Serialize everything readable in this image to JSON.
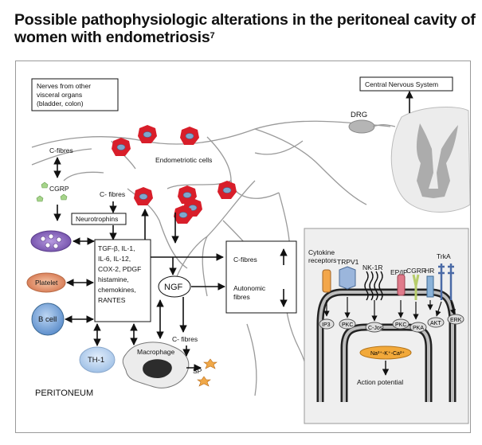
{
  "title": {
    "text": "Possible pathophysiologic alterations in the peritoneal cavity of women with endometriosis",
    "superscript": "7"
  },
  "diagram": {
    "nerves_box": [
      "Nerves from other",
      "visceral organs",
      "(bladder, colon)"
    ],
    "cns_box": "Central Nervous System",
    "drg": "DRG",
    "c_fibres_top": "C-fibres",
    "cgrp": "CGRP",
    "endometriotic_cells": "Endometriotic cells",
    "c_fibres_mid": "C- fibres",
    "neurotrophins": "Neurotrophins",
    "cytokines": [
      "TGF-β, IL-1,",
      "IL-6, IL-12,",
      "COX-2, PDGF",
      "histamine,",
      "chemokines,",
      "RANTES"
    ],
    "platelet": "Platelet",
    "b_cell": "B cell",
    "th1": "TH-1",
    "macrophage": "Macrophage",
    "ngf": "NGF",
    "c_fibres_right": "C-fibres",
    "autonomic_fibres": [
      "Autonomic",
      "fibres"
    ],
    "c_fibres_low": [
      "C- fibres"
    ],
    "sp": "SP",
    "peritoneum": "PERITONEUM",
    "inset": {
      "cytokine_receptors": [
        "Cytokine",
        "receptors"
      ],
      "trpv1": "TRPV1",
      "nk1r": "NK-1R",
      "epip": "EP/IP",
      "cgrr": "CGRR",
      "hr": "HR",
      "trka": "TrkA",
      "ip3": "IP3",
      "pkc1": "PKC",
      "cjos": "C-Jos",
      "pkc2": "PKC",
      "pka": "PKA",
      "akt": "AKT",
      "erk": "ERK",
      "ions": "Na²⁺-K⁺-Ca²⁺",
      "action_potential": "Action potential"
    }
  },
  "colors": {
    "endometriotic_cell": "#d81e2a",
    "nerve": "#9a9a9a",
    "platelet": "#e8a17c",
    "b_cell": "#7fa7d8",
    "th1": "#bcd4ef",
    "mast_cell": "#8f6bc4",
    "ions": "#f2a93a",
    "cgrp": "#a6d48a"
  }
}
